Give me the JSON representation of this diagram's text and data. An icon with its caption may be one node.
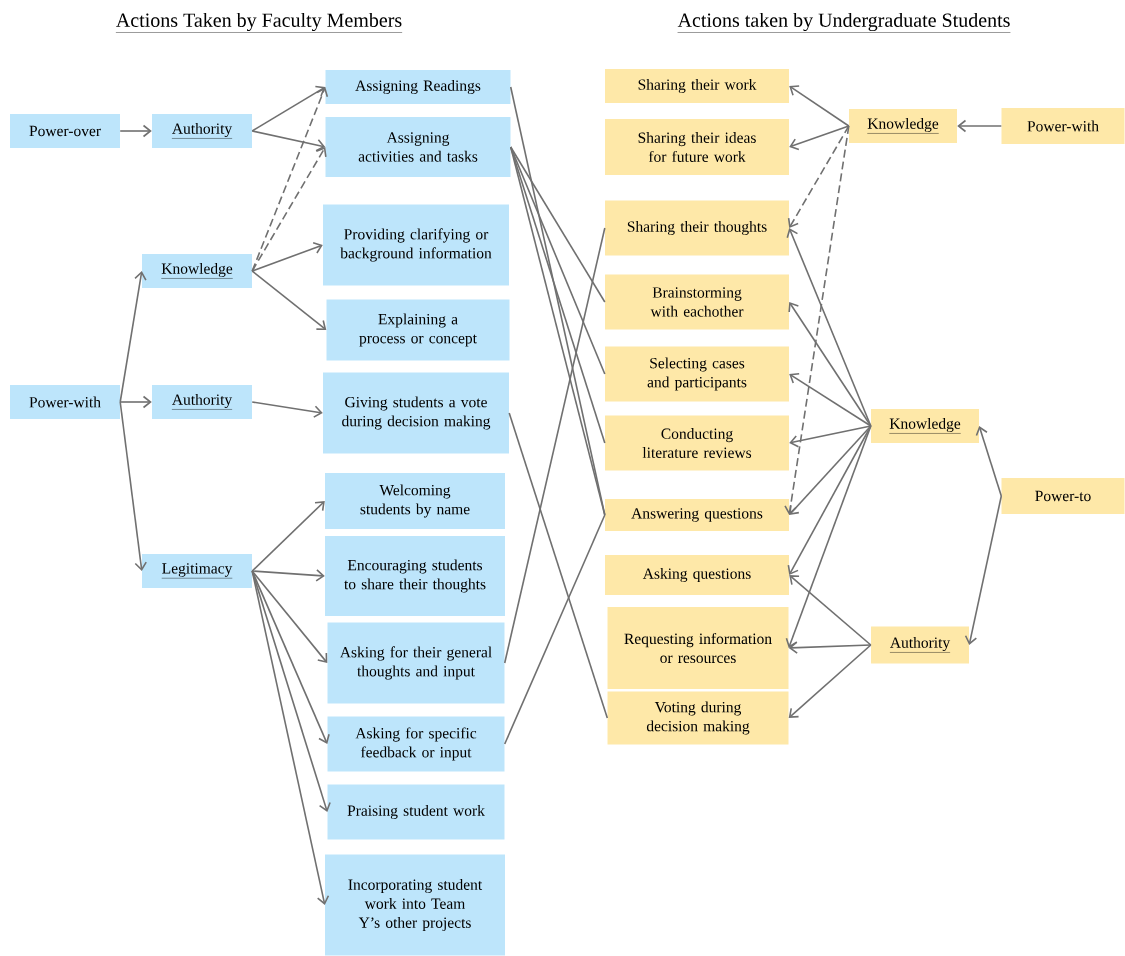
{
  "diagram": {
    "nodes": [
      {
        "text": [
          "Power-over"
        ]
      },
      {
        "text": [
          "Authority"
        ]
      },
      {
        "text": [
          "Knowledge"
        ]
      },
      {
        "text": [
          "Power-with"
        ]
      },
      {
        "text": [
          "Authority"
        ]
      },
      {
        "text": [
          "Legitimacy"
        ]
      },
      {
        "text": [
          "Assigning Readings"
        ]
      },
      {
        "text": [
          "Assigning activities and tasks"
        ]
      },
      {
        "text": [
          "Providing clarifying or background information"
        ]
      },
      {
        "text": [
          "Explaining a process or concept"
        ]
      },
      {
        "text": [
          "Giving students a vote during decision making"
        ]
      },
      {
        "text": [
          "Welcoming students by name"
        ]
      },
      {
        "text": [
          "Encouraging students to share their thoughts"
        ]
      },
      {
        "text": [
          "Asking for their general thoughts and input"
        ]
      },
      {
        "text": [
          "Asking for specific feedback or input"
        ]
      },
      {
        "text": [
          "Praising student work"
        ]
      },
      {
        "text": [
          "Incorporating student work into Team Y’s other projects"
        ]
      },
      {
        "text": [
          "Sharing their work"
        ]
      },
      {
        "text": [
          "Sharing their ideas for future work"
        ]
      },
      {
        "text": [
          "Sharing their thoughts"
        ]
      },
      {
        "text": [
          "Brainstorming with eachother"
        ]
      },
      {
        "text": [
          "Selecting cases and participants"
        ]
      },
      {
        "text": [
          "Conducting literature reviews"
        ]
      },
      {
        "text": [
          "Answering questions"
        ]
      },
      {
        "text": [
          "Asking questions"
        ]
      },
      {
        "text": [
          "Requesting information or resources"
        ]
      },
      {
        "text": [
          "Voting during decision making"
        ]
      },
      {
        "text": [
          "Knowledge"
        ]
      },
      {
        "text": [
          "Power-with"
        ]
      },
      {
        "text": [
          "Knowledge"
        ]
      },
      {
        "text": [
          "Power-to"
        ]
      },
      {
        "text": [
          "Authority"
        ]
      }
    ],
    "edges": [
      {
        "from": 0,
        "to": 1,
        "arrow": "to"
      },
      {
        "from": 1,
        "to": 6,
        "arrow": "to"
      },
      {
        "from": 1,
        "to": 7,
        "arrow": "to"
      },
      {
        "from": 2,
        "to": 6,
        "arrow": "to",
        "style": "dashed"
      },
      {
        "from": 2,
        "to": 7,
        "arrow": "to",
        "style": "dashed"
      },
      {
        "from": 2,
        "to": 8,
        "arrow": "to"
      },
      {
        "from": 2,
        "to": 9,
        "arrow": "to"
      },
      {
        "from": 3,
        "to": 2,
        "arrow": "to"
      },
      {
        "from": 3,
        "to": 4,
        "arrow": "to"
      },
      {
        "from": 3,
        "to": 5,
        "arrow": "to"
      },
      {
        "from": 4,
        "to": 10,
        "arrow": "to"
      },
      {
        "from": 5,
        "to": 11,
        "arrow": "to"
      },
      {
        "from": 5,
        "to": 12,
        "arrow": "to"
      },
      {
        "from": 5,
        "to": 13,
        "arrow": "to"
      },
      {
        "from": 5,
        "to": 14,
        "arrow": "to"
      },
      {
        "from": 5,
        "to": 15,
        "arrow": "to"
      },
      {
        "from": 5,
        "to": 16,
        "arrow": "to"
      },
      {
        "from": 6,
        "to": 23,
        "arrow": "none"
      },
      {
        "from": 7,
        "to": 20,
        "arrow": "none"
      },
      {
        "from": 7,
        "to": 21,
        "arrow": "none"
      },
      {
        "from": 7,
        "to": 22,
        "arrow": "none"
      },
      {
        "from": 7,
        "to": 23,
        "arrow": "none"
      },
      {
        "from": 10,
        "to": 26,
        "arrow": "none"
      },
      {
        "from": 13,
        "to": 19,
        "arrow": "none"
      },
      {
        "from": 14,
        "to": 23,
        "arrow": "none"
      },
      {
        "from": 28,
        "to": 27,
        "arrow": "to"
      },
      {
        "from": 27,
        "to": 17,
        "arrow": "to"
      },
      {
        "from": 27,
        "to": 18,
        "arrow": "to"
      },
      {
        "from": 27,
        "to": 19,
        "arrow": "to",
        "style": "dashed"
      },
      {
        "from": 27,
        "to": 23,
        "arrow": "to",
        "style": "dashed"
      },
      {
        "from": 30,
        "to": 29,
        "arrow": "to"
      },
      {
        "from": 30,
        "to": 31,
        "arrow": "to"
      },
      {
        "from": 29,
        "to": 19,
        "arrow": "to"
      },
      {
        "from": 29,
        "to": 20,
        "arrow": "to"
      },
      {
        "from": 29,
        "to": 21,
        "arrow": "to"
      },
      {
        "from": 29,
        "to": 22,
        "arrow": "to"
      },
      {
        "from": 29,
        "to": 23,
        "arrow": "to"
      },
      {
        "from": 29,
        "to": 24,
        "arrow": "to"
      },
      {
        "from": 29,
        "to": 25,
        "arrow": "to"
      },
      {
        "from": 31,
        "to": 24,
        "arrow": "to"
      },
      {
        "from": 31,
        "to": 25,
        "arrow": "to"
      },
      {
        "from": 31,
        "to": 26,
        "arrow": "to"
      }
    ],
    "labels": [
      "Actions Taken by Faculty Members",
      "Actions taken by Undergraduate Students"
    ]
  }
}
